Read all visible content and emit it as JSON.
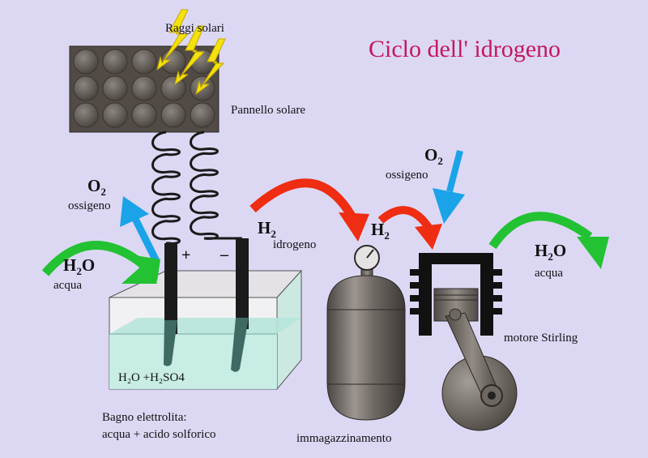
{
  "title": "Ciclo dell' idrogeno",
  "colors": {
    "background": "#dcd8f4",
    "title": "#c4175e",
    "arrow_red": "#ee2d12",
    "arrow_green": "#22c233",
    "arrow_blue": "#1aa3e8",
    "sun_rays": "#f3e20d"
  },
  "solar": {
    "rays_label": "Raggi solari",
    "panel_label": "Pannello solare"
  },
  "electrolysis": {
    "oxygen": {
      "formula": "O",
      "subscript": "2",
      "label": "ossigeno"
    },
    "water_in": {
      "formula": "H",
      "subscript": "2",
      "formula_end": "O",
      "label": "acqua"
    },
    "plus_sign": "+",
    "minus_sign": "–",
    "bath_formula": "H₂O +H₂SO4",
    "bath_caption_line1": "Bagno elettrolita:",
    "bath_caption_line2": "acqua + acido solforico"
  },
  "hydrogen_flow": {
    "formula": "H",
    "subscript": "2",
    "label": "idrogeno"
  },
  "storage": {
    "formula": "H",
    "subscript": "2",
    "label": "immagazzinamento"
  },
  "engine": {
    "oxygen": {
      "formula": "O",
      "subscript": "2",
      "label": "ossigeno"
    },
    "label": "motore Stirling",
    "water_out": {
      "formula": "H",
      "subscript": "2",
      "formula_end": "O",
      "label": "acqua"
    }
  }
}
